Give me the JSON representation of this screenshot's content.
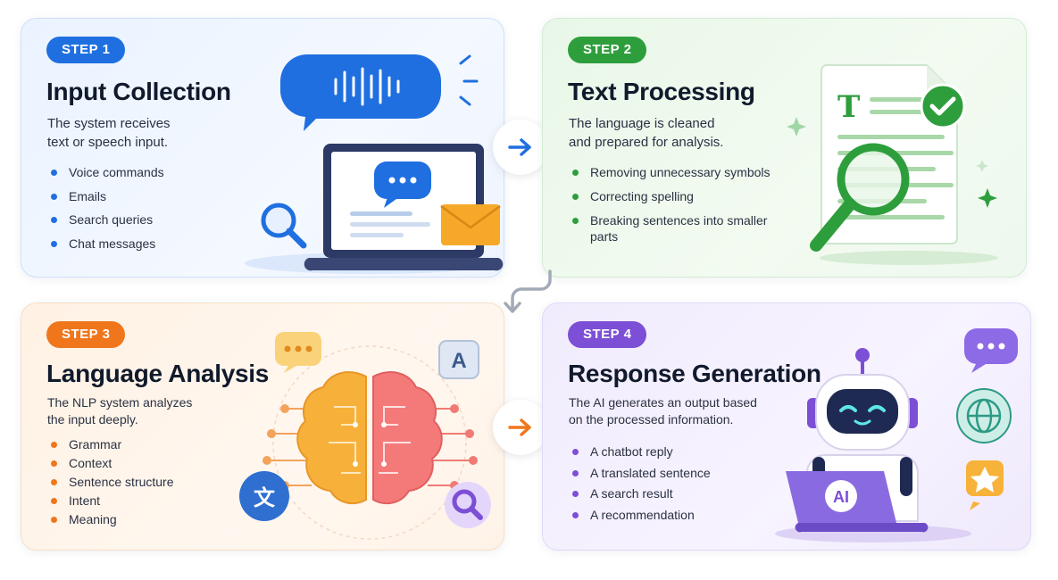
{
  "steps": [
    {
      "badge": "STEP 1",
      "title": "Input Collection",
      "desc_lines": [
        "The system receives",
        "text or speech input."
      ],
      "bullets": [
        "Voice commands",
        "Emails",
        "Search queries",
        "Chat messages"
      ]
    },
    {
      "badge": "STEP 2",
      "title": "Text Processing",
      "desc_lines": [
        "The language is cleaned",
        "and prepared for analysis."
      ],
      "bullets": [
        "Removing unnecessary symbols",
        "Correcting spelling",
        "Breaking sentences into smaller parts"
      ]
    },
    {
      "badge": "STEP 3",
      "title": "Language Analysis",
      "desc_lines": [
        "The NLP system analyzes",
        "the input deeply."
      ],
      "bullets": [
        "Grammar",
        "Context",
        "Sentence structure",
        "Intent",
        "Meaning"
      ]
    },
    {
      "badge": "STEP 4",
      "title": "Response Generation",
      "desc_lines": [
        "The AI generates an output based",
        "on the processed information."
      ],
      "bullets": [
        "A chatbot reply",
        "A translated sentence",
        "A search result",
        "A recommendation"
      ]
    }
  ],
  "illustration_labels": {
    "document_letter": "T",
    "letter_tile": "A",
    "laptop_badge": "AI"
  },
  "colors": {
    "step1": "#1f6fe0",
    "step2": "#2e9e3c",
    "step3": "#f0761c",
    "step4": "#7c4fd6"
  },
  "icons": [
    "voice-wave-icon",
    "chat-bubble-icon",
    "email-icon",
    "magnifier-icon",
    "document-icon",
    "checkmark-icon",
    "brain-icon",
    "translate-icon",
    "robot-icon",
    "globe-icon",
    "star-icon",
    "arrow-right-icon"
  ]
}
